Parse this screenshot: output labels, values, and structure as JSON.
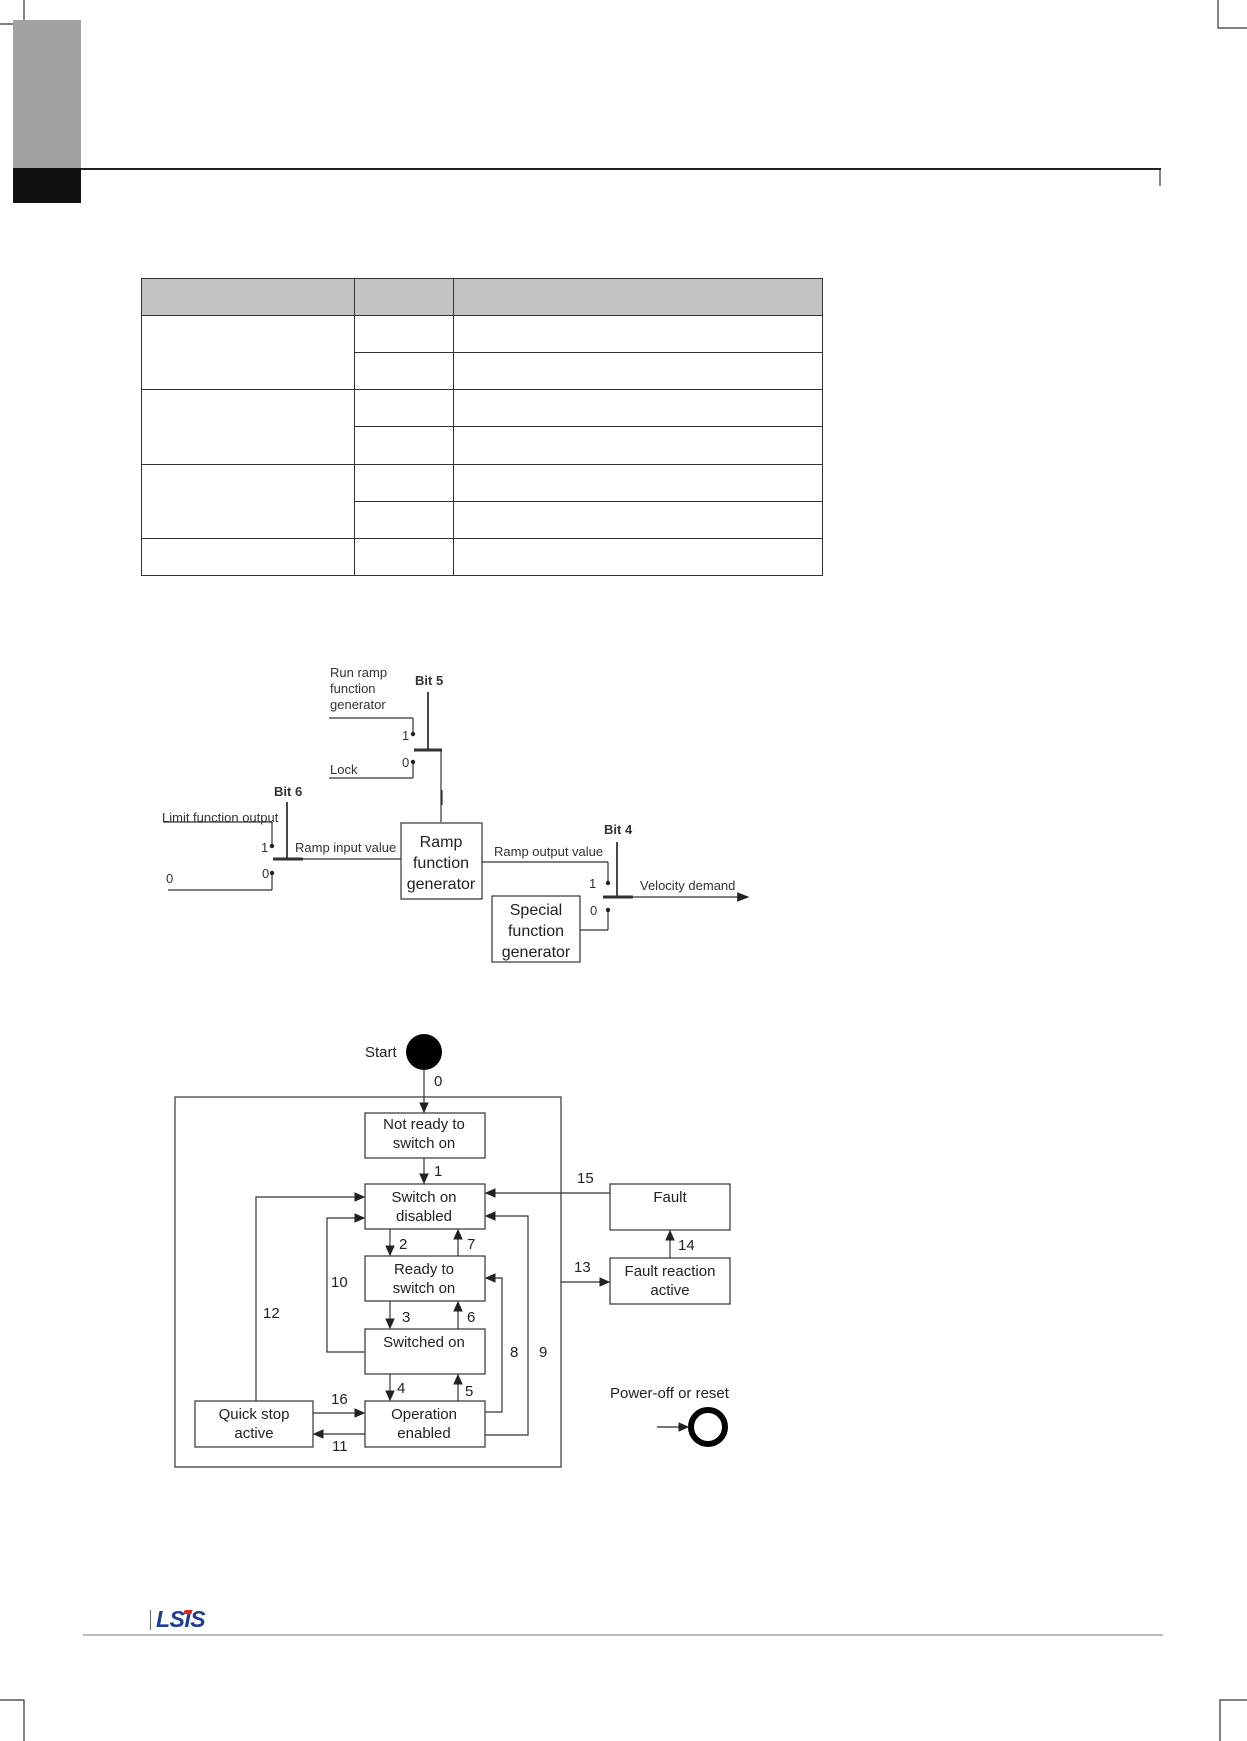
{
  "brand": {
    "logo_text": "LSIS"
  },
  "table": {
    "header": [
      "",
      "",
      ""
    ],
    "groups": [
      {
        "label": "",
        "rows": [
          [
            "",
            ""
          ],
          [
            "",
            ""
          ]
        ]
      },
      {
        "label": "",
        "rows": [
          [
            "",
            ""
          ],
          [
            "",
            ""
          ]
        ]
      },
      {
        "label": "",
        "rows": [
          [
            "",
            ""
          ],
          [
            "",
            ""
          ]
        ]
      },
      {
        "label": "",
        "rows": [
          [
            "",
            ""
          ]
        ]
      }
    ]
  },
  "ramp_diagram": {
    "bit5": "Bit 5",
    "bit6": "Bit 6",
    "bit4": "Bit 4",
    "run_ramp": [
      "Run ramp",
      "function",
      "generator"
    ],
    "lock": "Lock",
    "limit_output": "Limit function output",
    "zero_input": "0",
    "one": "1",
    "zero": "0",
    "ramp_input_value": "Ramp input value",
    "ramp_block": [
      "Ramp",
      "function",
      "generator"
    ],
    "ramp_output_value": "Ramp output value",
    "velocity_demand": "Velocity demand",
    "special_block": [
      "Special",
      "function",
      "generator"
    ]
  },
  "state_machine": {
    "start": "Start",
    "power_off": "Power-off or reset",
    "states": {
      "not_ready": [
        "Not ready to",
        "switch on"
      ],
      "switch_on_disabled": [
        "Switch on",
        "disabled"
      ],
      "ready": [
        "Ready to",
        "switch on"
      ],
      "switched_on": "Switched on",
      "operation_enabled": [
        "Operation",
        "enabled"
      ],
      "quick_stop": [
        "Quick stop",
        "active"
      ],
      "fault": "Fault",
      "fault_reaction": [
        "Fault reaction",
        "active"
      ]
    },
    "transitions": {
      "t0": "0",
      "t1": "1",
      "t2": "2",
      "t3": "3",
      "t4": "4",
      "t5": "5",
      "t6": "6",
      "t7": "7",
      "t8": "8",
      "t9": "9",
      "t10": "10",
      "t11": "11",
      "t12": "12",
      "t13": "13",
      "t14": "14",
      "t15": "15",
      "t16": "16"
    }
  }
}
